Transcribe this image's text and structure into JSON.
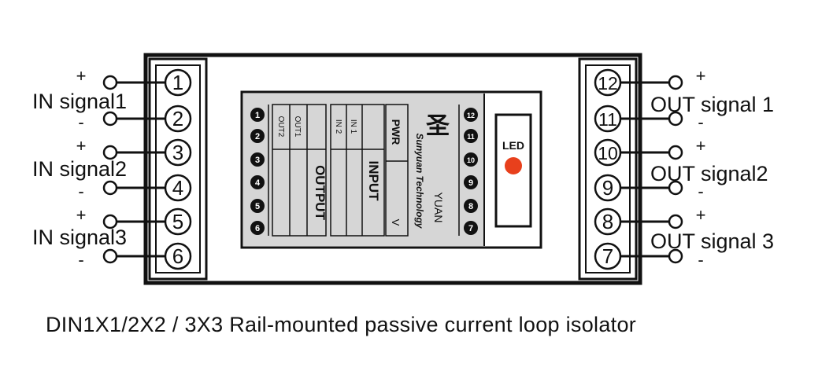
{
  "left_terminals": [
    {
      "num": "1",
      "sign": "+"
    },
    {
      "num": "2",
      "sign": "-"
    },
    {
      "num": "3",
      "sign": "+"
    },
    {
      "num": "4",
      "sign": "-"
    },
    {
      "num": "5",
      "sign": "+"
    },
    {
      "num": "6",
      "sign": "-"
    }
  ],
  "right_terminals": [
    {
      "num": "12",
      "sign": "+"
    },
    {
      "num": "11",
      "sign": "-"
    },
    {
      "num": "10",
      "sign": "+"
    },
    {
      "num": "9",
      "sign": "-"
    },
    {
      "num": "8",
      "sign": "+"
    },
    {
      "num": "7",
      "sign": "-"
    }
  ],
  "left_signals": [
    "IN signal1",
    "IN signal2",
    "IN signal3"
  ],
  "right_signals": [
    "OUT signal 1",
    "OUT signal2",
    "OUT signal 3"
  ],
  "label_panel": {
    "output_header": "OUTPUT",
    "output_cols": [
      "OUT2",
      "OUT1"
    ],
    "input_header": "INPUT",
    "input_cols": [
      "IN 2",
      "IN 1"
    ],
    "pwr": "PWR",
    "volt": "V",
    "brand_en": "Sunyuan Technology",
    "brand_short": "YUAN",
    "brand_logo": "圣",
    "left_nums": [
      "1",
      "2",
      "3",
      "4",
      "5",
      "6"
    ],
    "right_nums": [
      "12",
      "11",
      "10",
      "9",
      "8",
      "7"
    ]
  },
  "led_label": "LED",
  "caption": "DIN1X1/2X2 / 3X3 Rail-mounted passive current loop isolator",
  "colors": {
    "line": "#111111",
    "panel": "#d6d6d6",
    "led": "#e8401c"
  }
}
